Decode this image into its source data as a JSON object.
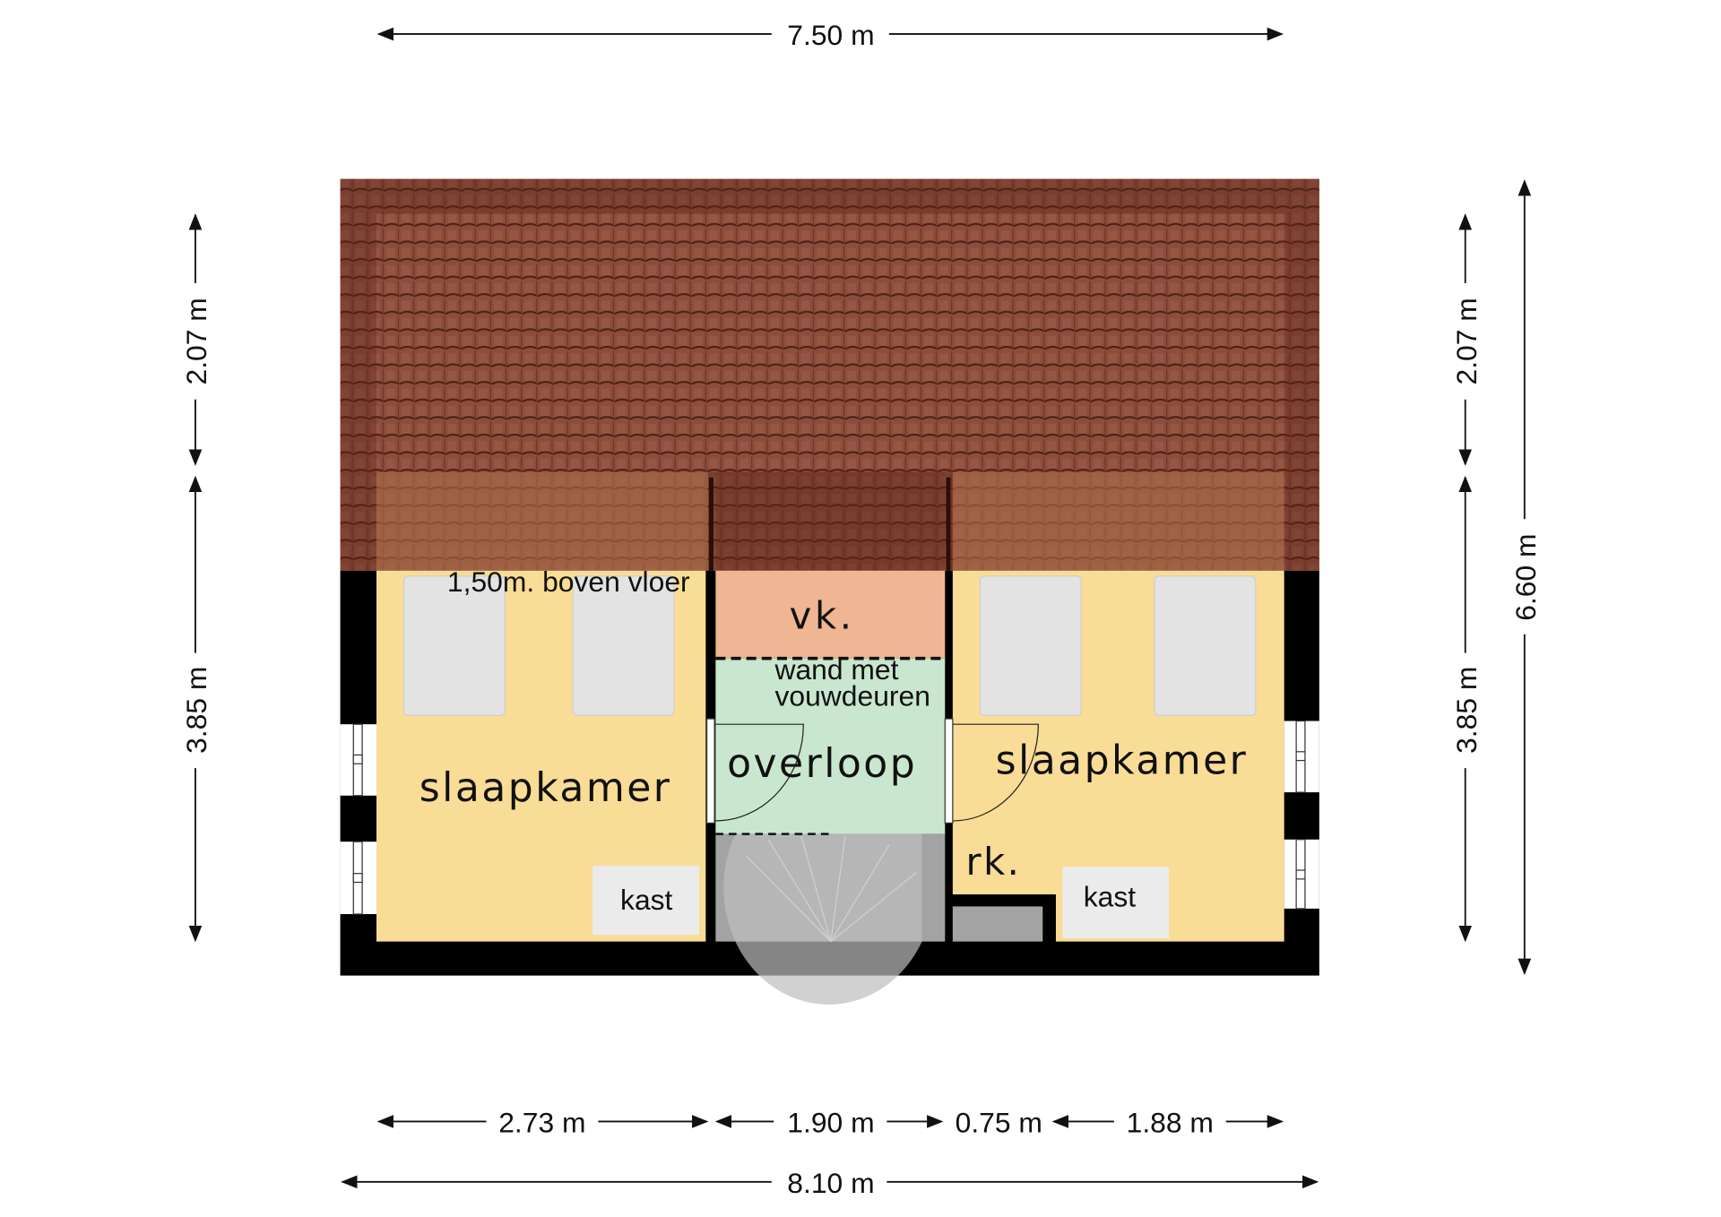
{
  "dimensions": {
    "top_width": "7.50 m",
    "bottom_total": "8.10 m",
    "bottom_segments": [
      "2.73 m",
      "1.90 m",
      "0.75 m",
      "1.88 m"
    ],
    "left_upper": "2.07 m",
    "left_lower": "3.85 m",
    "right_upper": "2.07 m",
    "right_lower": "3.85 m",
    "right_total": "6.60 m"
  },
  "rooms": {
    "left_bedroom": "slaapkamer",
    "right_bedroom": "slaapkamer",
    "storage": "vk.",
    "landing": "overloop",
    "folding_wall_line1": "wand met",
    "folding_wall_line2": "vouwdeuren",
    "closet_room": "rk.",
    "left_closet": "kast",
    "right_closet": "kast",
    "height_note": "1,50m. boven vloer"
  },
  "colors": {
    "bedroom": "#f9dc96",
    "storage": "#f0b592",
    "landing": "#c9e6cf",
    "stairs": "#a3a3a3",
    "closet": "#ebebeb",
    "wall": "#000000",
    "roof": "#8c4b3b"
  }
}
